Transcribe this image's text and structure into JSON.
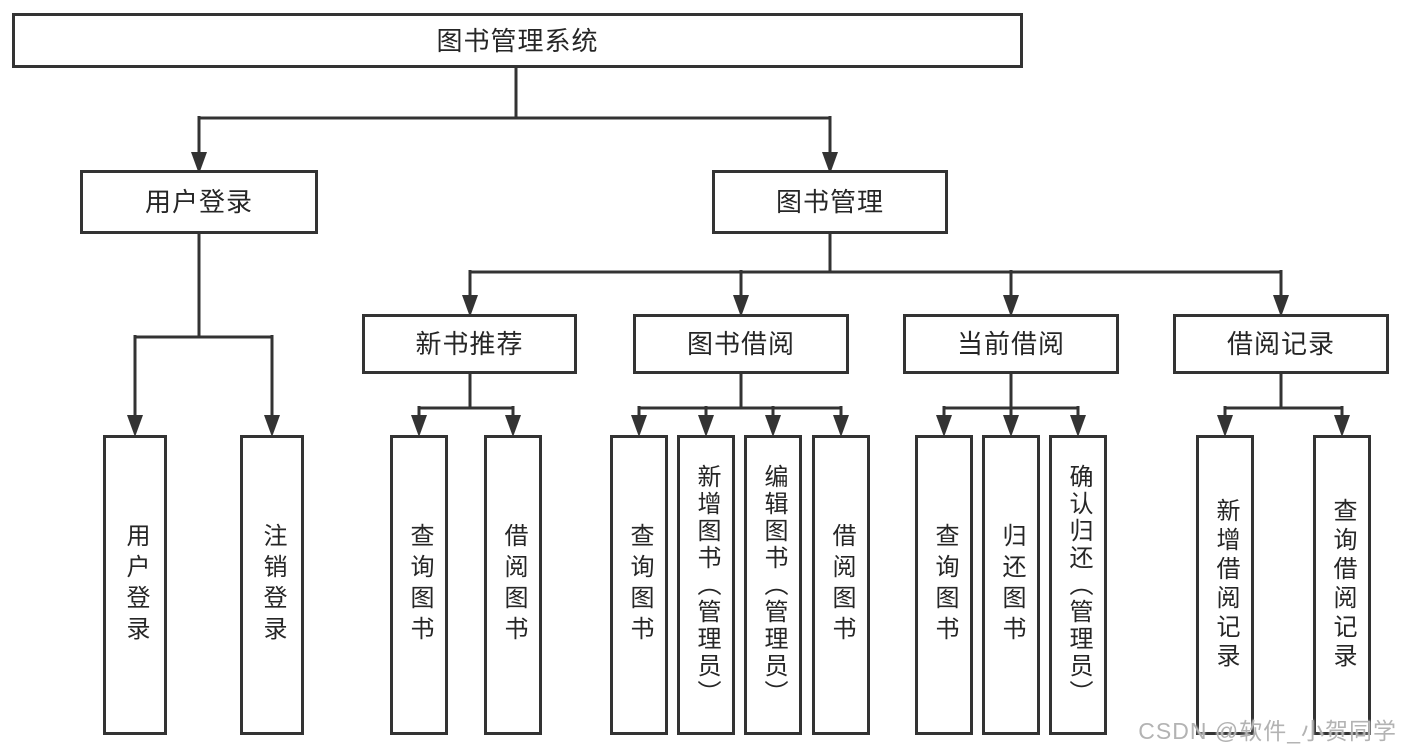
{
  "colors": {
    "line": "#333333",
    "border": "#333333",
    "text": "#262626",
    "watermark": "#b3b3b3",
    "background": "#ffffff"
  },
  "tree": {
    "label": "图书管理系统",
    "children": [
      {
        "label": "用户登录",
        "children": [
          {
            "label": "用户登录"
          },
          {
            "label": "注销登录"
          }
        ]
      },
      {
        "label": "图书管理",
        "children": [
          {
            "label": "新书推荐",
            "children": [
              {
                "label": "查询图书"
              },
              {
                "label": "借阅图书"
              }
            ]
          },
          {
            "label": "图书借阅",
            "children": [
              {
                "label": "查询图书"
              },
              {
                "label": "新增图书（管理员）"
              },
              {
                "label": "编辑图书（管理员）"
              },
              {
                "label": "借阅图书"
              }
            ]
          },
          {
            "label": "当前借阅",
            "children": [
              {
                "label": "查询图书"
              },
              {
                "label": "归还图书"
              },
              {
                "label": "确认归还（管理员）"
              }
            ]
          },
          {
            "label": "借阅记录",
            "children": [
              {
                "label": "新增借阅记录"
              },
              {
                "label": "查询借阅记录"
              }
            ]
          }
        ]
      }
    ]
  },
  "watermark": "CSDN @软件_小贺同学"
}
